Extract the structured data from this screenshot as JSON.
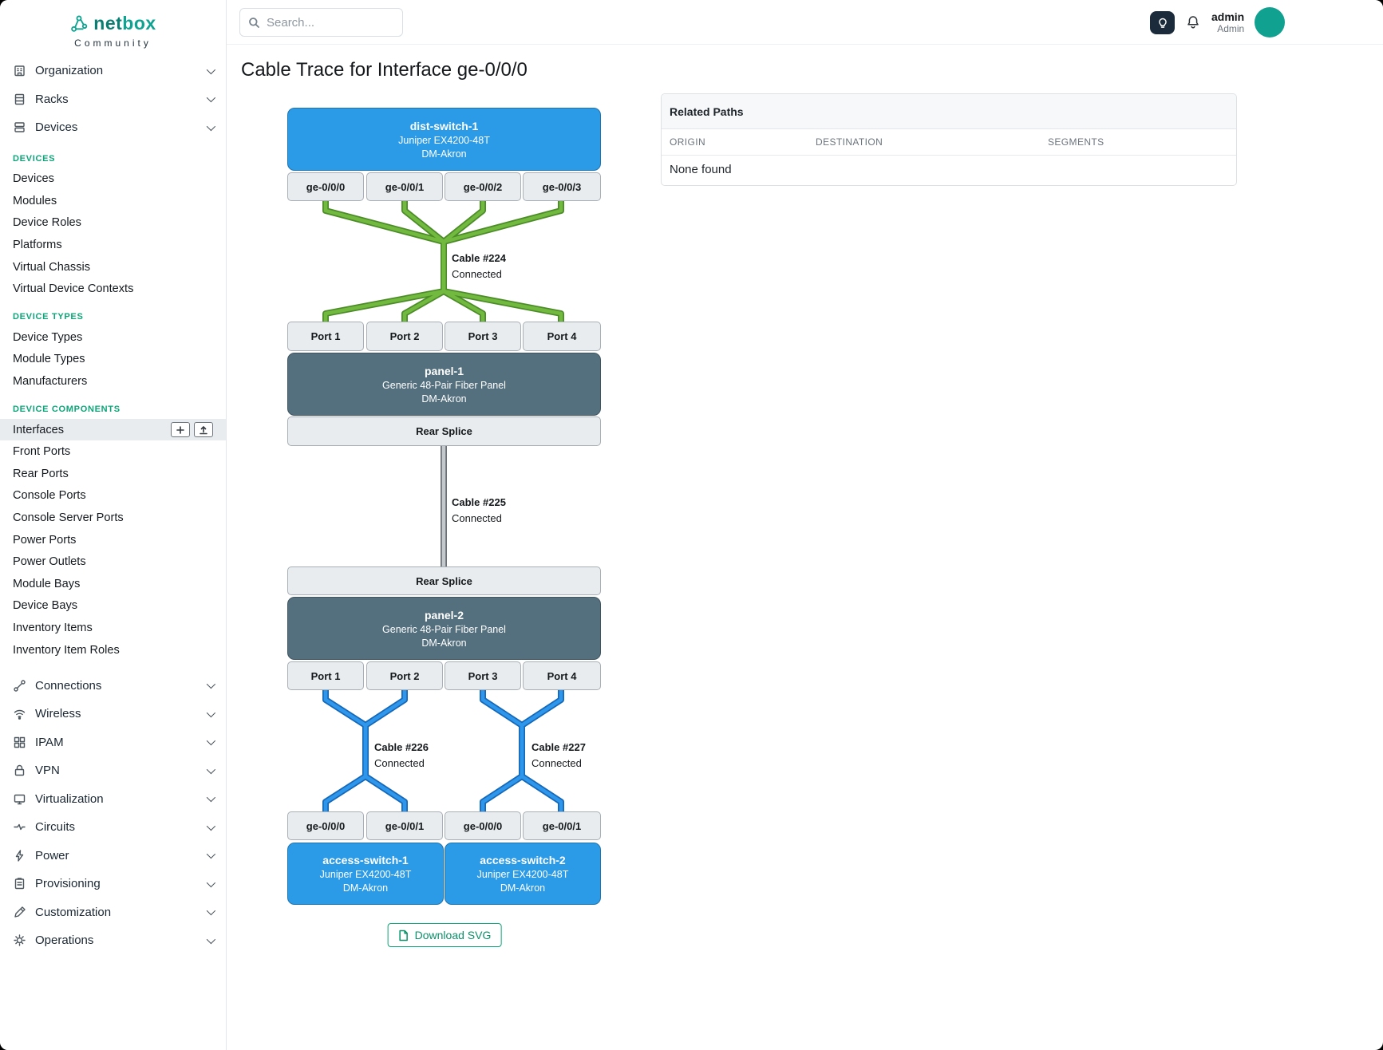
{
  "brand": {
    "logo_net": "net",
    "logo_box": "box",
    "tagline": "Community"
  },
  "topbar": {
    "search_placeholder": "Search...",
    "username": "admin",
    "role": "Admin"
  },
  "sidebar": {
    "top": [
      {
        "label": "Organization"
      },
      {
        "label": "Racks"
      },
      {
        "label": "Devices"
      }
    ],
    "sections": [
      {
        "title": "DEVICES",
        "items": [
          "Devices",
          "Modules",
          "Device Roles",
          "Platforms",
          "Virtual Chassis",
          "Virtual Device Contexts"
        ]
      },
      {
        "title": "DEVICE TYPES",
        "items": [
          "Device Types",
          "Module Types",
          "Manufacturers"
        ]
      },
      {
        "title": "DEVICE COMPONENTS",
        "items": [
          "Interfaces",
          "Front Ports",
          "Rear Ports",
          "Console Ports",
          "Console Server Ports",
          "Power Ports",
          "Power Outlets",
          "Module Bays",
          "Device Bays",
          "Inventory Items",
          "Inventory Item Roles"
        ]
      }
    ],
    "bottom": [
      {
        "label": "Connections"
      },
      {
        "label": "Wireless"
      },
      {
        "label": "IPAM"
      },
      {
        "label": "VPN"
      },
      {
        "label": "Virtualization"
      },
      {
        "label": "Circuits"
      },
      {
        "label": "Power"
      },
      {
        "label": "Provisioning"
      },
      {
        "label": "Customization"
      },
      {
        "label": "Operations"
      }
    ]
  },
  "page": {
    "title": "Cable Trace for Interface ge-0/0/0"
  },
  "related_paths": {
    "title": "Related Paths",
    "columns": [
      "ORIGIN",
      "DESTINATION",
      "SEGMENTS"
    ],
    "empty_text": "None found"
  },
  "trace": {
    "devices": {
      "dist": {
        "name": "dist-switch-1",
        "model": "Juniper EX4200-48T",
        "site": "DM-Akron",
        "color": "#2b9be8"
      },
      "panel1": {
        "name": "panel-1",
        "model": "Generic 48-Pair Fiber Panel",
        "site": "DM-Akron",
        "color": "#54707e"
      },
      "panel2": {
        "name": "panel-2",
        "model": "Generic 48-Pair Fiber Panel",
        "site": "DM-Akron",
        "color": "#54707e"
      },
      "access1": {
        "name": "access-switch-1",
        "model": "Juniper EX4200-48T",
        "site": "DM-Akron",
        "color": "#2b9be8"
      },
      "access2": {
        "name": "access-switch-2",
        "model": "Juniper EX4200-48T",
        "site": "DM-Akron",
        "color": "#2b9be8"
      }
    },
    "ports": {
      "dist": [
        "ge-0/0/0",
        "ge-0/0/1",
        "ge-0/0/2",
        "ge-0/0/3"
      ],
      "panel1_front": [
        "Port 1",
        "Port 2",
        "Port 3",
        "Port 4"
      ],
      "panel1_rear": "Rear Splice",
      "panel2_rear": "Rear Splice",
      "panel2_front": [
        "Port 1",
        "Port 2",
        "Port 3",
        "Port 4"
      ],
      "access1": [
        "ge-0/0/0",
        "ge-0/0/1"
      ],
      "access2": [
        "ge-0/0/0",
        "ge-0/0/1"
      ]
    },
    "cables": {
      "c224": {
        "label": "Cable #224",
        "status": "Connected",
        "color": "#72b940"
      },
      "c225": {
        "label": "Cable #225",
        "status": "Connected",
        "color": "#c3c8cc"
      },
      "c226": {
        "label": "Cable #226",
        "status": "Connected",
        "color": "#2e97ec"
      },
      "c227": {
        "label": "Cable #227",
        "status": "Connected",
        "color": "#2e97ec"
      }
    },
    "download_button": "Download SVG"
  }
}
